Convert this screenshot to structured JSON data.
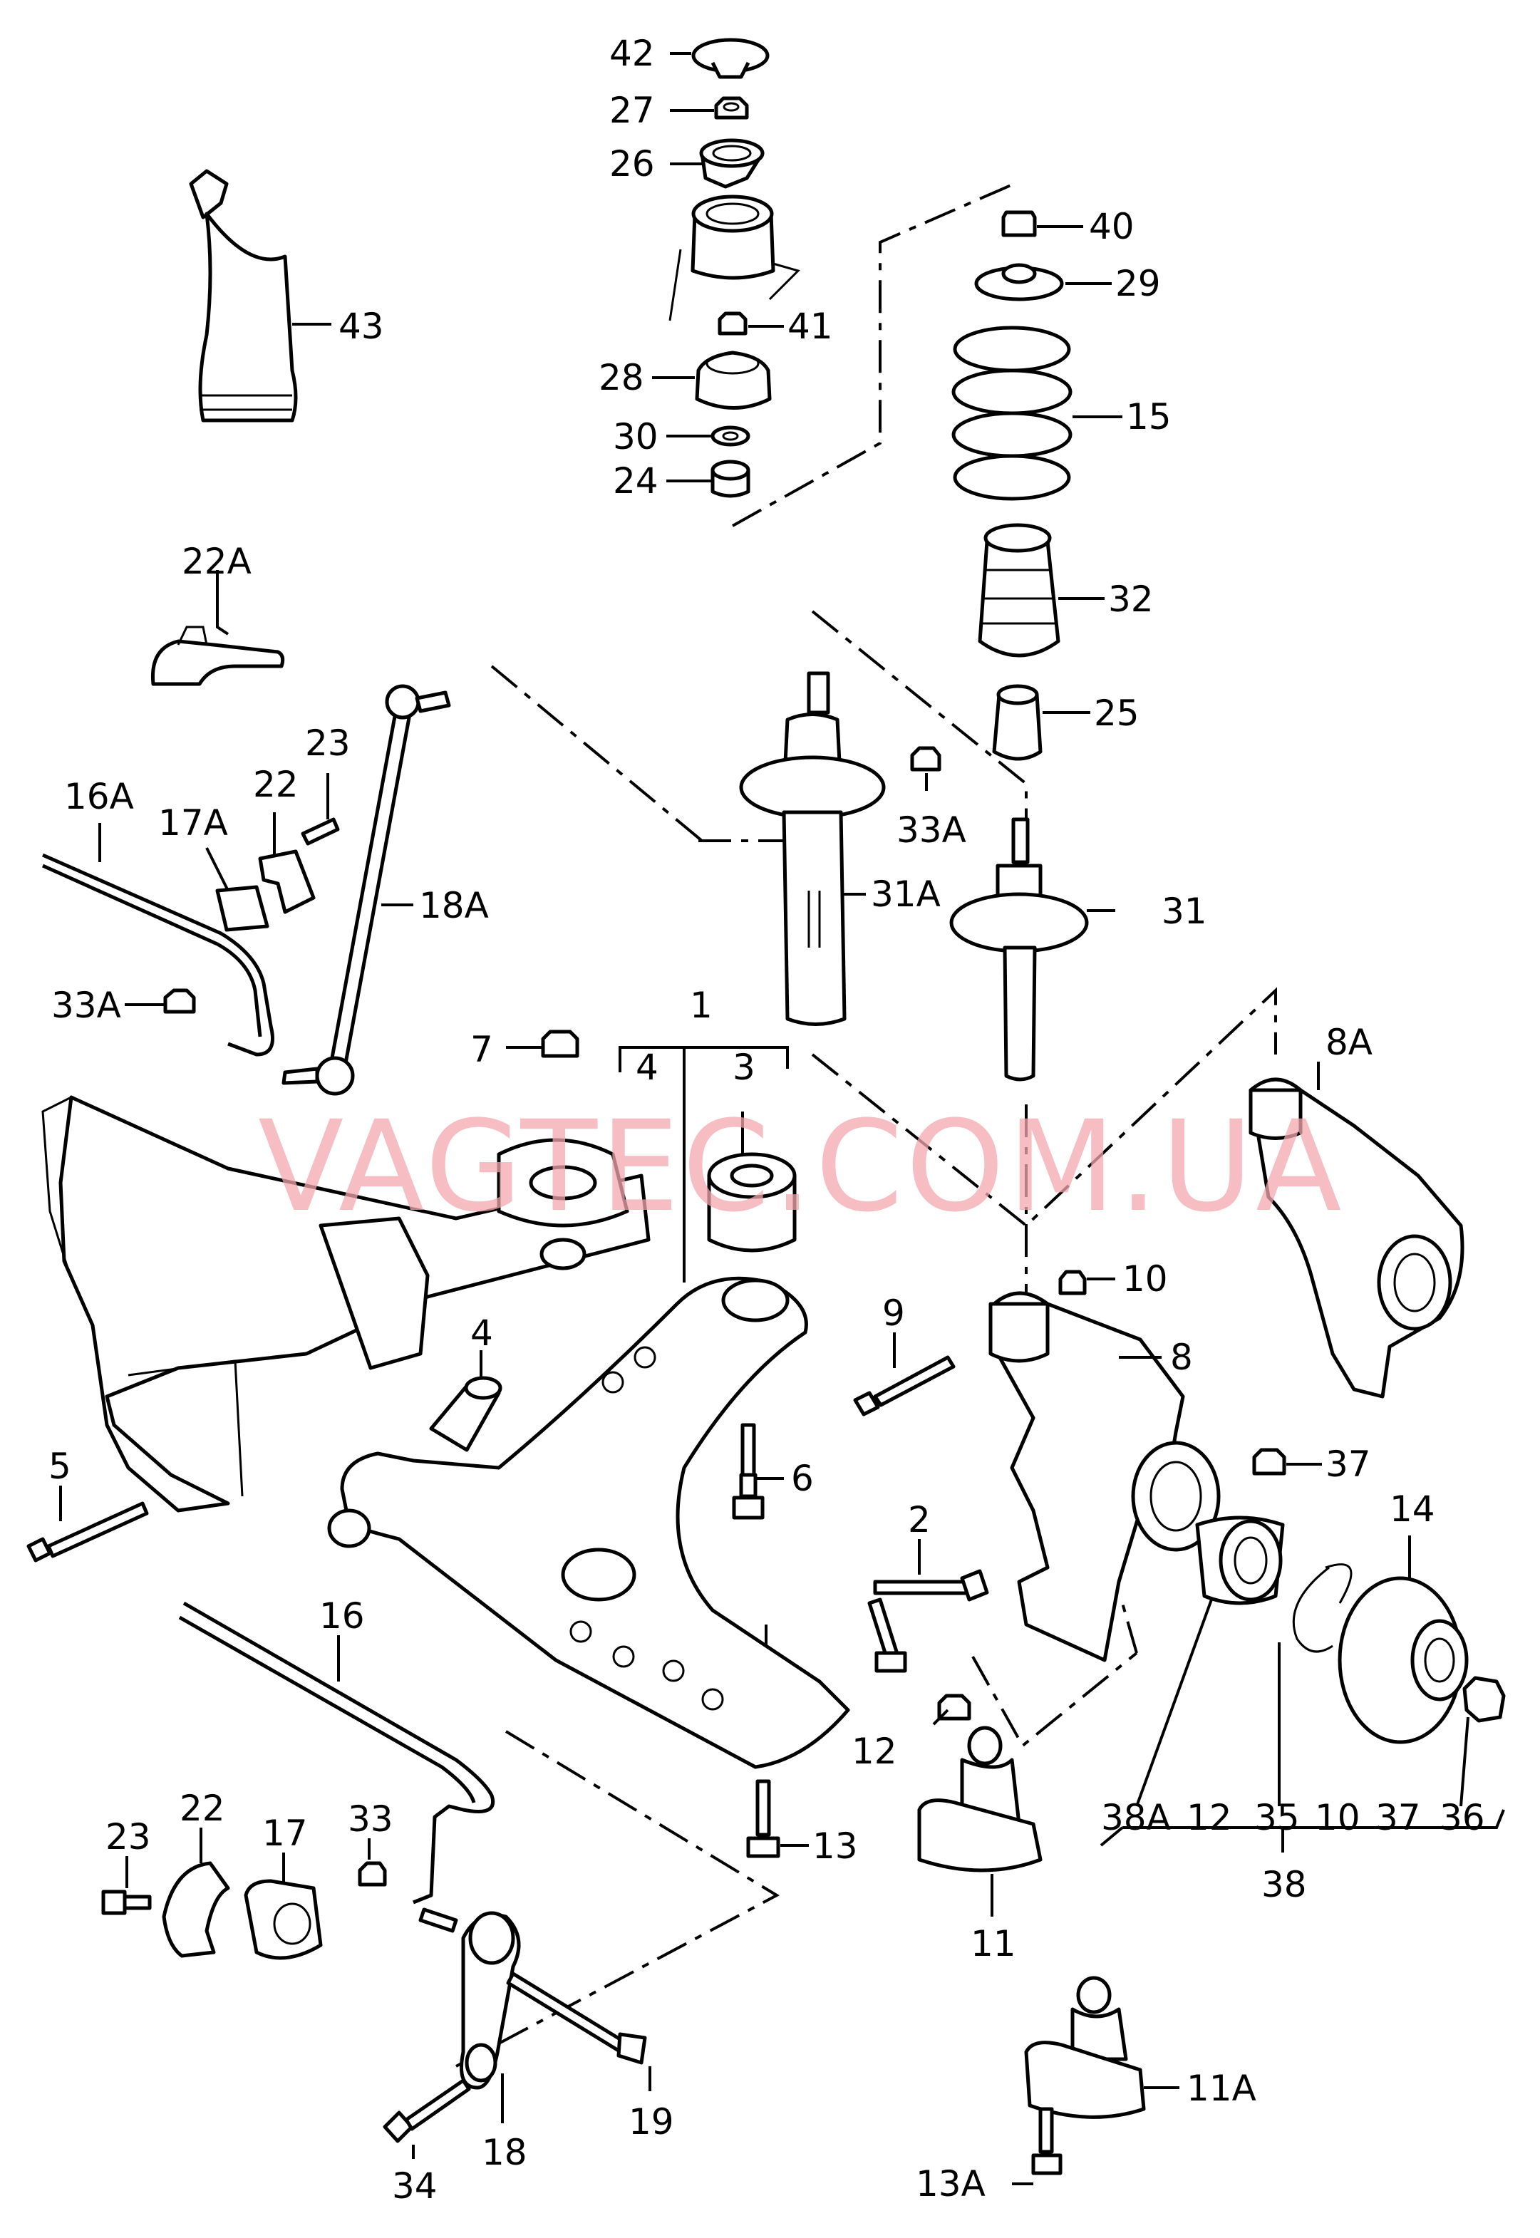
{
  "watermark": "VAGTEC.COM.UA",
  "labels": {
    "n42": "42",
    "n27": "27",
    "n26": "26",
    "n43": "43",
    "n40": "40",
    "n29": "29",
    "n41": "41",
    "n28": "28",
    "n15": "15",
    "n30": "30",
    "n24": "24",
    "n22A": "22A",
    "n32": "32",
    "n25": "25",
    "n23a": "23",
    "n22a": "22",
    "n16A": "16A",
    "n17A": "17A",
    "n33A_top": "33A",
    "n18A": "18A",
    "n31A": "31A",
    "n31": "31",
    "n33A_left": "33A",
    "n1": "1",
    "n4a": "4",
    "n3": "3",
    "n7": "7",
    "n8A": "8A",
    "n10": "10",
    "n9": "9",
    "n8": "8",
    "n4b": "4",
    "n5": "5",
    "n6": "6",
    "n37a": "37",
    "n14": "14",
    "n2": "2",
    "n16": "16",
    "n12a": "12",
    "n38A": "38A",
    "n12b": "12",
    "n35": "35",
    "n10b": "10",
    "n37b": "37",
    "n36": "36",
    "n38": "38",
    "n23b": "23",
    "n22b": "22",
    "n17": "17",
    "n33": "33",
    "n13": "13",
    "n11": "11",
    "n19": "19",
    "n18": "18",
    "n34": "34",
    "n11A": "11A",
    "n13A": "13A"
  }
}
